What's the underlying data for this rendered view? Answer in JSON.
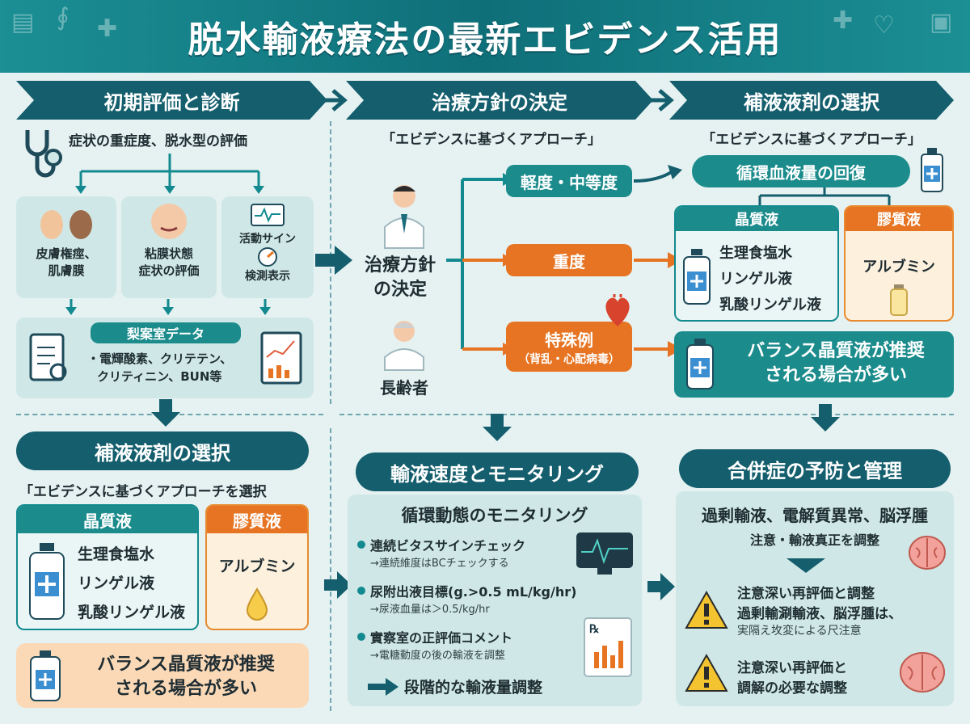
{
  "header": {
    "title": "脱水輸液療法の最新エビデンス活用"
  },
  "col1": {
    "banner": "初期評価と診断",
    "subtitle": "症状の重症度、脱水型の評価",
    "box1": "皮膚権痙、肌膚膜",
    "box1_line1": "皮膚権痙、",
    "box1_line2": "肌膚膜",
    "box2_line1": "粘膜状態",
    "box2_line2": "症状の評価",
    "box3_line1": "活動サイン",
    "box3_line2": "検測表示",
    "lab_title": "梨案室データ",
    "lab_line1": "・電輝酸素、クリテテン、",
    "lab_line2": "クリティニン、BUN等"
  },
  "col2": {
    "banner": "治療方針の決定",
    "subtitle": "「エビデンスに基づくアプローチ」",
    "doctor_label_line1": "治療方針",
    "doctor_label_line2": "の決定",
    "elder_label": "長齢者",
    "branch_mild": "軽度・中等度",
    "branch_severe": "重度",
    "branch_special_line1": "特殊例",
    "branch_special_line2": "（背乱・心配病毒）"
  },
  "col3": {
    "banner": "補液液剤の選択",
    "subtitle": "「エビデンスに基づくアプローチ」",
    "recovery": "循環血液量の回復",
    "crystal_title": "晶質液",
    "crystal_items": [
      "生理食塩水",
      "リンゲル液",
      "乳酸リンゲル液"
    ],
    "colloid_title": "膠質液",
    "colloid_item": "アルブミン",
    "balance_line1": "バランス晶質液が推奨",
    "balance_line2": "される場合が多い"
  },
  "bottom_left": {
    "banner": "補液液剤の選択",
    "subtitle": "「エビデンスに基づくアプローチを選択",
    "crystal_title": "晶質液",
    "crystal_items": [
      "生理食塩水",
      "リンゲル液",
      "乳酸リンゲル液"
    ],
    "colloid_title": "膠質液",
    "colloid_item": "アルブミン",
    "balance_line1": "バランス晶質液が推奨",
    "balance_line2": "される場合が多い"
  },
  "bottom_mid": {
    "banner": "輸液速度とモニタリング",
    "title": "循環動態のモニタリング",
    "items": [
      {
        "head": "連続ビタスサインチェック",
        "sub": "→連続維度はBCチェックする"
      },
      {
        "head": "尿附出液目標(g.>0.5 mL/kg/hr)",
        "sub": "→尿液血量は＞0.5/kg/hr"
      },
      {
        "head": "實察室の正評価コメント",
        "sub": "→電糖動度の後の輸液を調整"
      }
    ],
    "footer": "段階的な輸液量調整"
  },
  "bottom_right": {
    "banner": "合併症の予防と管理",
    "title": "過剰輸液、電解質異常、脳浮腫",
    "note": "注意・輸液真正を調整",
    "warn1_line1": "注意深い再評価と調整",
    "warn1_line2": "過剰輸涮輸液、脳浮腫は、",
    "warn1_line3": "実隔え坆変による尺注意",
    "warn2_line1": "注意深い再評価と",
    "warn2_line2": "調解の必要な調整"
  },
  "colors": {
    "teal_dark": "#145e6d",
    "teal": "#1b8b8c",
    "orange": "#e67422",
    "bg": "#e6f2f2"
  },
  "icons": [
    "stethoscope-icon",
    "hands-icon",
    "face-icon",
    "monitor-icon",
    "gauge-icon",
    "clipboard-icon",
    "chart-icon",
    "doctor-icon",
    "elder-icon",
    "heart-icon",
    "bottle-icon",
    "vial-icon",
    "drop-icon",
    "warning-icon",
    "brain-icon",
    "rx-icon"
  ]
}
